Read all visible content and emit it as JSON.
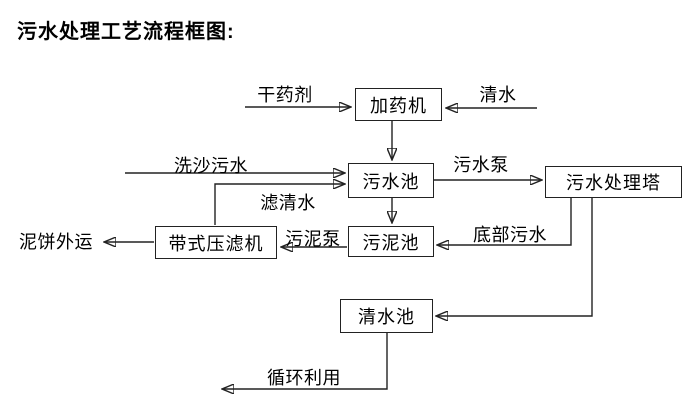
{
  "title": "污水处理工艺流程框图:",
  "nodes": {
    "dosing_machine": {
      "label": "加药机"
    },
    "sewage_pool": {
      "label": "污水池"
    },
    "treatment_tower": {
      "label": "污水处理塔"
    },
    "sludge_pool": {
      "label": "污泥池"
    },
    "belt_filter_press": {
      "label": "带式压滤机"
    },
    "clean_water_pool": {
      "label": "清水池"
    }
  },
  "edge_labels": {
    "dry_agent": "干药剂",
    "clean_water": "清水",
    "sand_washing_sewage": "洗沙污水",
    "sewage_pump": "污水泵",
    "filtered_clean_water": "滤清水",
    "sludge_pump": "污泥泵",
    "bottom_sewage": "底部污水",
    "mud_cake_out": "泥饼外运",
    "recycle_use": "循环利用"
  },
  "colors": {
    "line": "#222222",
    "text": "#000000",
    "background": "#ffffff"
  }
}
